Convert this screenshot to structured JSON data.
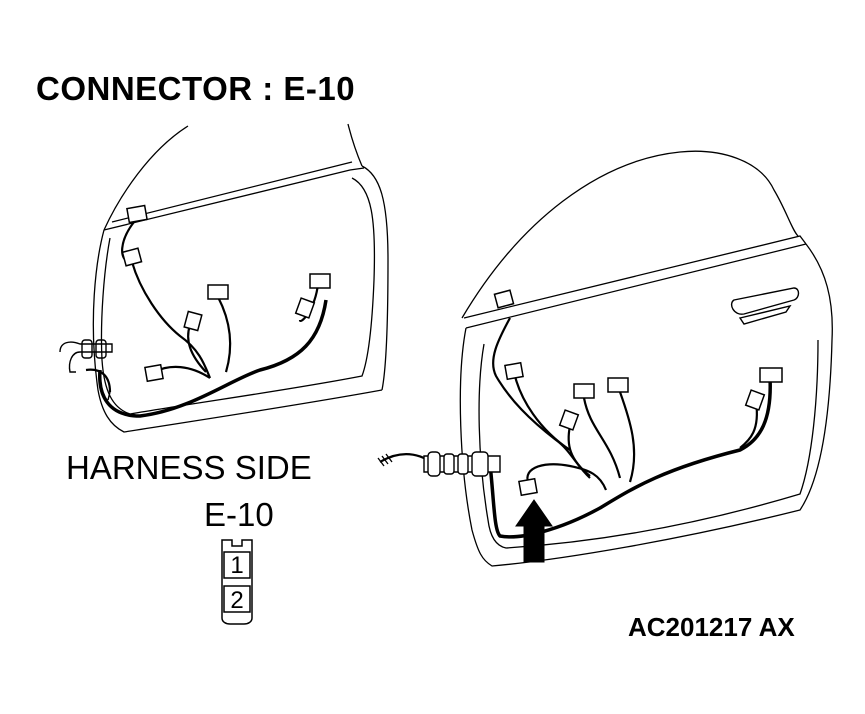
{
  "title": "CONNECTOR : E-10",
  "harness_label": "HARNESS SIDE",
  "connector_id": "E-10",
  "connector_pins": [
    "1",
    "2"
  ],
  "reference_code": "AC201217 AX",
  "colors": {
    "line": "#000000",
    "background": "#ffffff"
  }
}
